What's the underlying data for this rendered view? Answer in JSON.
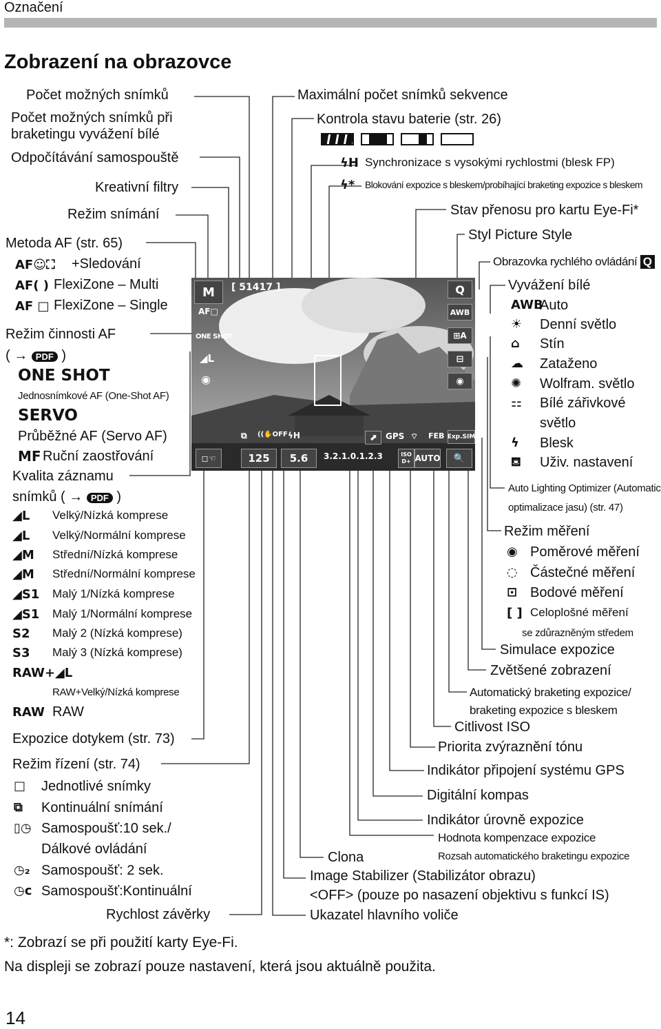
{
  "header": {
    "section": "Označení",
    "title": "Zobrazení na obrazovce"
  },
  "left": {
    "shots_remaining": "Počet možných snímků",
    "wb_bracket_line1": "Počet možných snímků při",
    "wb_bracket_line2": "braketingu vyvážení bílé",
    "self_timer_countdown": "Odpočítávání samospouště",
    "creative_filter": "Kreativní filtry",
    "shooting_mode": "Režim snímání",
    "af_method": {
      "title": "Metoda AF (str. 65)",
      "items": [
        {
          "icon": "AF☺⛶",
          "label": "+Sledování"
        },
        {
          "icon": "AF( )",
          "label": "FlexiZone – Multi"
        },
        {
          "icon": "AF □",
          "label": "FlexiZone – Single"
        }
      ]
    },
    "af_operation": {
      "title": "Režim činnosti AF",
      "ref_open": "(",
      "ref_arrow": "→",
      "ref_close": ")",
      "pdf_icon": "PDF",
      "one_shot": "ONE SHOT",
      "one_shot_desc": "Jednosnímkové AF (One-Shot AF)",
      "servo": "SERVO",
      "servo_desc": "Průběžné AF (Servo AF)",
      "mf": "MF",
      "mf_desc": "Ruční zaostřování"
    },
    "quality": {
      "title_line1": "Kvalita záznamu",
      "title_line2": "snímků (",
      "ref_arrow": "→",
      "ref_close": ")",
      "pdf_icon": "PDF",
      "items": [
        {
          "icon": "◢L",
          "label": "Velký/Nízká komprese"
        },
        {
          "icon": "◢L",
          "label": "Velký/Normální komprese"
        },
        {
          "icon": "◢M",
          "label": "Střední/Nízká komprese"
        },
        {
          "icon": "◢M",
          "label": "Střední/Normální komprese"
        },
        {
          "icon": "◢S1",
          "label": "Malý 1/Nízká komprese"
        },
        {
          "icon": "◢S1",
          "label": "Malý 1/Normální komprese"
        },
        {
          "icon": "S2",
          "label": "Malý 2 (Nízká komprese)"
        },
        {
          "icon": "S3",
          "label": "Malý 3 (Nízká komprese)"
        },
        {
          "icon": "RAW+◢L",
          "label": "RAW+Velký/Nízká komprese"
        },
        {
          "icon": "RAW",
          "label": "RAW"
        }
      ]
    },
    "touch_exposure": "Expozice dotykem (str. 73)",
    "drive": {
      "title": "Režim řízení (str. 74)",
      "items": [
        {
          "icon": "□",
          "label": "Jednotlivé snímky"
        },
        {
          "icon": "⧉",
          "label": "Kontinuální snímání"
        },
        {
          "icon": "▯◷",
          "label": "Samospoušť:10 sek./"
        },
        {
          "icon": "",
          "label": "Dálkové ovládání"
        },
        {
          "icon": "◷₂",
          "label": "Samospoušť: 2 sek."
        },
        {
          "icon": "◷c",
          "label": "Samospoušť:Kontinuální"
        }
      ]
    },
    "shutter_speed": "Rychlost závěrky"
  },
  "right": {
    "max_burst": "Maximální počet snímků sekvence",
    "battery": "Kontrola stavu baterie (str. 26)",
    "flash_fp_icon": "ϟH",
    "flash_fp": "Synchronizace s vysokými rychlostmi (blesk FP)",
    "fe_lock_icon": "ϟ*",
    "fe_lock": "Blokování expozice s bleskem/probíhající braketing expozice s bleskem",
    "eyefi": "Stav přenosu pro kartu Eye-Fi*",
    "picture_style": "Styl Picture Style",
    "quick_control": "Obrazovka rychlého ovládání",
    "quick_icon": "Q",
    "wb": {
      "title": "Vyvážení bílé",
      "items": [
        {
          "icon": "AWB",
          "label": "Auto"
        },
        {
          "icon": "☀",
          "label": "Denní světlo"
        },
        {
          "icon": "⌂",
          "label": "Stín"
        },
        {
          "icon": "☁",
          "label": "Zataženo"
        },
        {
          "icon": "✺",
          "label": "Wolfram. světlo"
        },
        {
          "icon": "⚏",
          "label": "Bílé zářivkové"
        },
        {
          "icon": "",
          "label": "světlo"
        },
        {
          "icon": "ϟ",
          "label": "Blesk"
        },
        {
          "icon": "⛾",
          "label": "Uživ. nastavení"
        }
      ]
    },
    "alo_line1": "Auto Lighting Optimizer (Automatická",
    "alo_line2": "optimalizace jasu) (str. 47)",
    "metering": {
      "title": "Režim měření",
      "items": [
        {
          "icon": "◉",
          "label": "Poměrové měření"
        },
        {
          "icon": "◌",
          "label": "Částečné měření"
        },
        {
          "icon": "⊡",
          "label": "Bodové měření"
        },
        {
          "icon": "[ ]",
          "label": "Celoplošné měření"
        }
      ],
      "extra": "se zdůrazněným středem"
    },
    "exposure_sim": "Simulace expozice",
    "magnify": "Zvětšené zobrazení",
    "aeb_line1": "Automatický braketing expozice/",
    "aeb_line2": "braketing expozice s bleskem",
    "iso": "Citlivost ISO",
    "highlight_tone": "Priorita zvýraznění tónu",
    "gps": "Indikátor připojení systému GPS",
    "compass": "Digitální kompas",
    "exposure_level": "Indikátor úrovně expozice",
    "exp_comp": "Hodnota kompenzace expozice",
    "aeb_range": "Rozsah automatického braketingu expozice",
    "aperture": "Clona",
    "is_line1": "Image Stabilizer (Stabilizátor obrazu)",
    "is_line2": "<OFF> (pouze po nasazení objektivu s funkcí IS)",
    "mode_dial": "Ukazatel hlavního voliče"
  },
  "screen": {
    "mode": "M",
    "af_mode": "AF□",
    "drive_af": "ONE SHOT",
    "quality": "◢L",
    "burst": "[ 51417 ]",
    "q": "Q",
    "awb": "AWB",
    "alo": "⊞A",
    "picture": "⊟",
    "metering": "◉",
    "drive": "⧉",
    "is_off": "((✋OFF",
    "flash": "ϟH",
    "compass": "⬈",
    "gps": "GPS",
    "eyefi": "⌔",
    "feb": "FEB",
    "expsim": "Exp.SIM",
    "touch": "◻☜",
    "shutter": "125",
    "aperture": "5.6",
    "exposure_scale": "3.2.1.0.1.2.3",
    "iso": "AUTO",
    "iso_label": "ISO",
    "hl": "D+",
    "zoom": "🔍"
  },
  "footer": {
    "note1": "*: Zobrazí se při použití karty Eye-Fi.",
    "note2": "Na displeji se zobrazí pouze nastavení, která jsou aktuálně použita.",
    "page": "14"
  }
}
